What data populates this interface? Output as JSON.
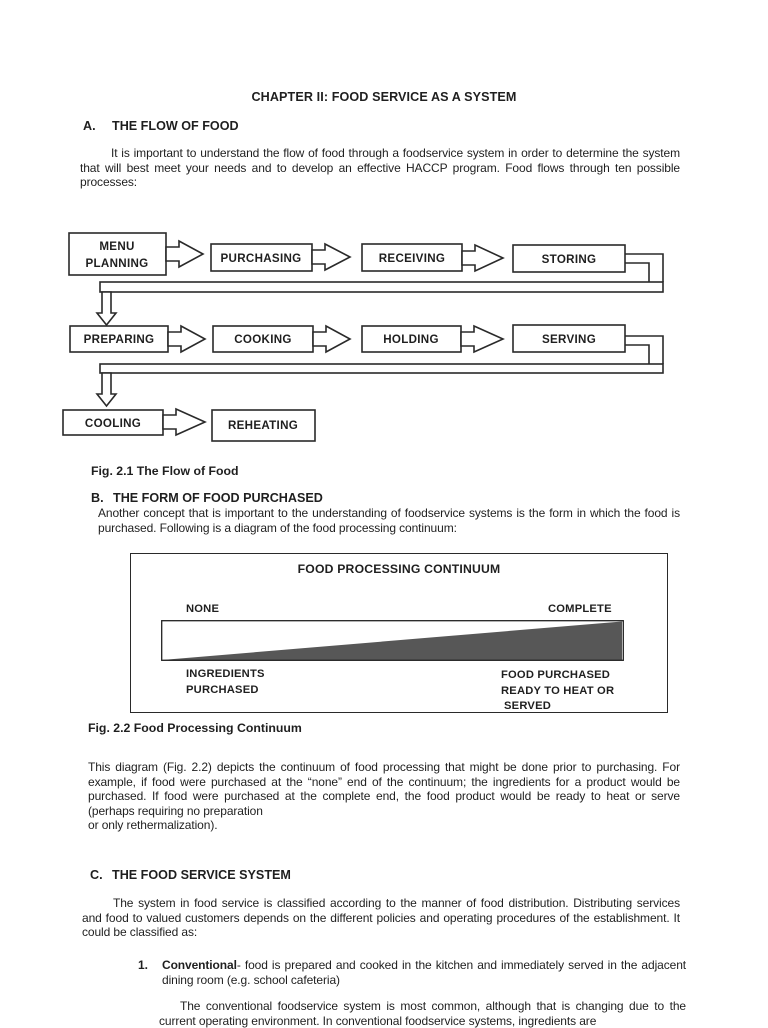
{
  "doc": {
    "title": "CHAPTER II: FOOD SERVICE AS A SYSTEM",
    "section_a": {
      "label": "A.",
      "heading": "THE FLOW OF FOOD",
      "paragraph": "It is important to understand the flow of food through a foodservice system in order to determine the system that will best meet your needs and to develop an effective HACCP program.  Food flows through ten possible processes:"
    },
    "section_b": {
      "label": "B.",
      "heading": "THE FORM OF FOOD PURCHASED",
      "paragraph": "Another concept that is important to the understanding of foodservice systems is the form in which the food is purchased.  Following is a diagram of the food processing continuum:"
    },
    "section_c": {
      "label": "C.",
      "heading": "THE FOOD SERVICE SYSTEM",
      "paragraph": "The system in food service is classified according to the manner of food distribution. Distributing services and food to valued customers depends on the different policies and operating procedures of the establishment. It could be classified as:"
    },
    "fig1_caption": "Fig. 2.1 The Flow of Food",
    "fig2_caption": "Fig. 2.2 Food Processing Continuum",
    "continuum_paragraph": "This diagram (Fig. 2.2) depicts the continuum of food processing that might be done prior to purchasing.  For example, if food were purchased at the “none” end of the continuum; the ingredients for a product would be purchased.  If food were purchased at the complete end, the food product would be ready to heat or serve (perhaps requiring no preparation",
    "continuum_paragraph_tail": "or only rethermalization).",
    "list_item_1": {
      "number": "1.",
      "term": "Conventional",
      "rest": "- food is prepared and cooked in the kitchen and immediately served in the adjacent dining room (e.g. school cafeteria)"
    },
    "closing_paragraph": "The conventional foodservice system is most common, although that is changing due to the current operating environment.  In conventional foodservice systems, ingredients are"
  },
  "flow_diagram": {
    "boxes": {
      "menu_line1": "MENU",
      "menu_line2": "PLANNING",
      "purchasing": "PURCHASING",
      "receiving": "RECEIVING",
      "storing": "STORING",
      "preparing": "PREPARING",
      "cooking": "COOKING",
      "holding": "HOLDING",
      "serving": "SERVING",
      "cooling": "COOLING",
      "reheating": "REHEATING"
    }
  },
  "continuum": {
    "title": "FOOD PROCESSING CONTINUUM",
    "none_label": "NONE",
    "complete_label": "COMPLETE",
    "left_caption_line1": "INGREDIENTS",
    "left_caption_line2": "PURCHASED",
    "right_caption_line1": "FOOD PURCHASED",
    "right_caption_line2": "READY TO HEAT OR",
    "right_caption_line3": "SERVED",
    "wedge_color": "#575757"
  }
}
